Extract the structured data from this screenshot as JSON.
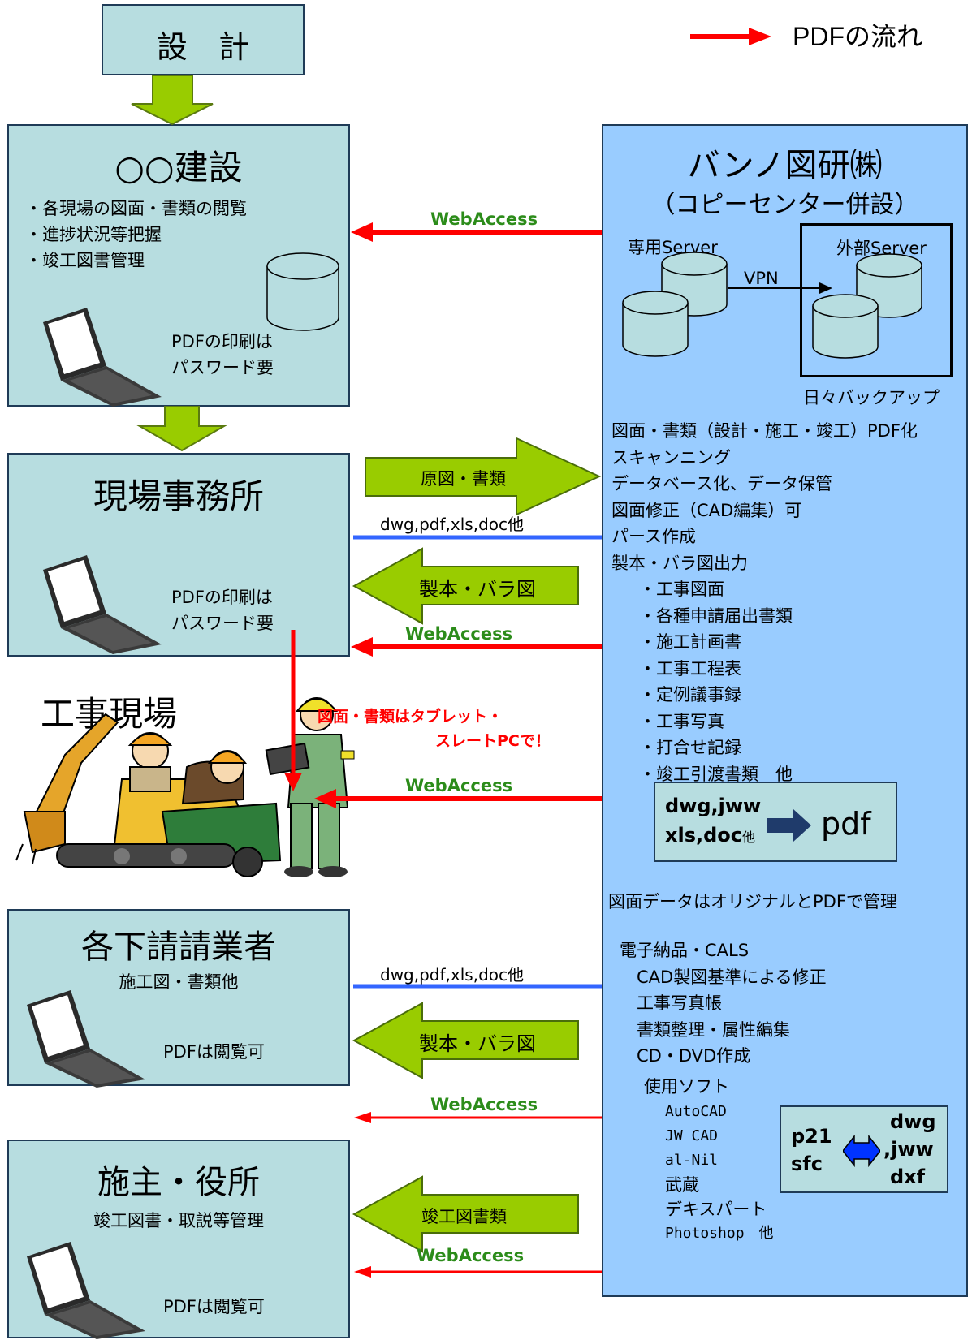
{
  "legend": {
    "label": "PDFの流れ",
    "color": "#ff0000"
  },
  "design_box": {
    "title": "設　計"
  },
  "construction_co": {
    "title": "○○建設",
    "items": [
      "・各現場の図面・書類の閲覧",
      "・進捗状況等把握",
      "・竣工図書管理"
    ],
    "laptop_note_1": "PDFの印刷は",
    "laptop_note_2": "パスワード要"
  },
  "site_office": {
    "title": "現場事務所",
    "laptop_note_1": "PDFの印刷は",
    "laptop_note_2": "パスワード要"
  },
  "work_site": {
    "title": "工事現場",
    "tablet_note_1": "図面・書類はタブレット・",
    "tablet_note_2": "スレートPCで！"
  },
  "subcontractors": {
    "title": "各下請請業者",
    "subtitle": "施工図・書類他",
    "laptop_note": "PDFは閲覧可"
  },
  "owner": {
    "title": "施主・役所",
    "subtitle": "竣工図書・取説等管理",
    "laptop_note": "PDFは閲覧可"
  },
  "flows": {
    "webaccess": "WebAccess",
    "original_docs": "原図・書類",
    "binding": "製本・バラ図",
    "binding2": "製本・バラ図",
    "completion_docs": "竣工図書類",
    "file_types": "dwg,pdf,xls,doc他",
    "file_types2": "dwg,pdf,xls,doc他"
  },
  "colors": {
    "box_fill": "#b7dde0",
    "panel_fill": "#99ccff",
    "green_arrow": "#99cc00",
    "red": "#ff0000",
    "blue_line": "#3366ff"
  },
  "banno": {
    "title": "バンノ図研㈱",
    "subtitle": "（コピーセンター併設）",
    "dedicated_server": "専用Server",
    "external_server": "外部Server",
    "vpn": "VPN",
    "daily_backup": "日々バックアップ",
    "services": [
      "図面・書類（設計・施工・竣工）PDF化",
      "スキャンニング",
      "データベース化、データ保管",
      "図面修正（CAD編集）可",
      "パース作成",
      "製本・バラ図出力"
    ],
    "output_items": [
      "・工事図面",
      "・各種申請届出書類",
      "・施工計画書",
      "・工事工程表",
      "・定例議事録",
      "・工事写真",
      "・打合せ記録",
      "・竣工引渡書類　他"
    ],
    "convert_from_1": "dwg,jww",
    "convert_from_2": "xls,doc",
    "convert_from_suffix": "他",
    "convert_to": "pdf",
    "management_note": "図面データはオリジナルとPDFで管理",
    "cals_items": [
      "電子納品・CALS",
      "　CAD製図基準による修正",
      "　工事写真帳",
      "　書類整理・属性編集",
      "　CD・DVD作成"
    ],
    "software_heading": "使用ソフト",
    "software": [
      "AutoCAD",
      "JW CAD",
      "al-Nil",
      "武蔵",
      "デキスパート",
      "Photoshop　他"
    ],
    "cals_from_1": "p21",
    "cals_from_2": "sfc",
    "cals_to_1": "dwg",
    "cals_to_2": ",jww",
    "cals_to_3": "dxf"
  }
}
